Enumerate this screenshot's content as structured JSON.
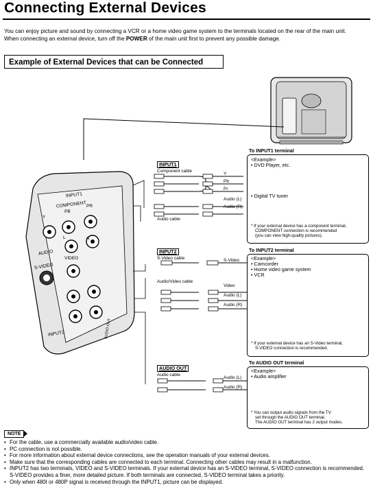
{
  "page": {
    "title": "Connecting External Devices",
    "intro_1": "You can enjoy picture and sound by connecting a VCR or a home video game system to the terminals located on the rear of the main unit.",
    "intro_2_pre": "When connecting an external device, turn off the ",
    "intro_2_bold": "POWER",
    "intro_2_post": " of the main unit first to prevent any possible damage.",
    "section_heading": "Example of External Devices that can be Connected"
  },
  "panel": {
    "input1": "INPUT1",
    "component": "COMPONENT",
    "y": "Y",
    "pb": "PB",
    "pr": "PR",
    "l": "L",
    "audio": "AUDIO",
    "r": "R",
    "svideo": "S-VIDEO",
    "video": "VIDEO",
    "input2": "INPUT2",
    "audio_out": "AUDIO OUT"
  },
  "input1": {
    "label": "INPUT1",
    "component_cable": "Component cable",
    "audio_cable": "Audio cable",
    "y": "Y",
    "pb": "Pb",
    "pr": "Pr",
    "audio_l": "Audio (L)",
    "audio_r": "Audio (R)",
    "to_terminal": "To  INPUT1 terminal",
    "example": "<Example>",
    "device_1": "• DVD Player, etc.",
    "device_2": "• Digital TV tuner",
    "note_1": "* If your external device has a component terminal,",
    "note_2": "COMPONENT connection is recommended",
    "note_3": "(you can view high-quality pictures)."
  },
  "input2": {
    "label": "INPUT2",
    "svideo_cable": "S-Video cable",
    "av_cable": "Audio/Video cable",
    "svideo": "S-Video",
    "video": "Video",
    "audio_l": "Audio (L)",
    "audio_r": "Audio (R)",
    "to_terminal": "To INPUT2 terminal",
    "example": "<Example>",
    "device_1": "• Camcorder",
    "device_2": "• Home video game system",
    "device_3": "• VCR",
    "note_1": "* If your external device has an S-Video terminal,",
    "note_2": "S-VIDEO connection is recommended."
  },
  "audio_out": {
    "label": "AUDIO OUT",
    "audio_cable": "Audio cable",
    "audio_l": "Audio (L)",
    "audio_r": "Audio (R)",
    "to_terminal": "To AUDIO OUT terminal",
    "example": "<Example>",
    "device_1": "• Audio amplifier",
    "note_1": "* You can output audio signals from the TV",
    "note_2": "set through the AUDIO OUT terminal.",
    "note_3": "The AUDIO OUT terminal has 2 output modes."
  },
  "notes": {
    "tag": "NOTE",
    "items": [
      "For the cable, use a commercially available audio/video cable.",
      "PC connection is not possible.",
      "For more information about external device connections, see the operation manuals of your external devices.",
      "Make sure that the corresponding cables are connected to each terminal. Connecting other cables may result in a malfunction.",
      "INPUT2 has two terminals, VIDEO and S-VIDEO terminals. If your external device has an S-VIDEO terminal, S-VIDEO connection is recommended. S-VIDEO provides a finer, more detailed picture. If both terminals are connected, S-VIDEO terminal takes a priority.",
      "Only when 480I or 480P signal is received through the INPUT1, picture can be displayed."
    ]
  }
}
